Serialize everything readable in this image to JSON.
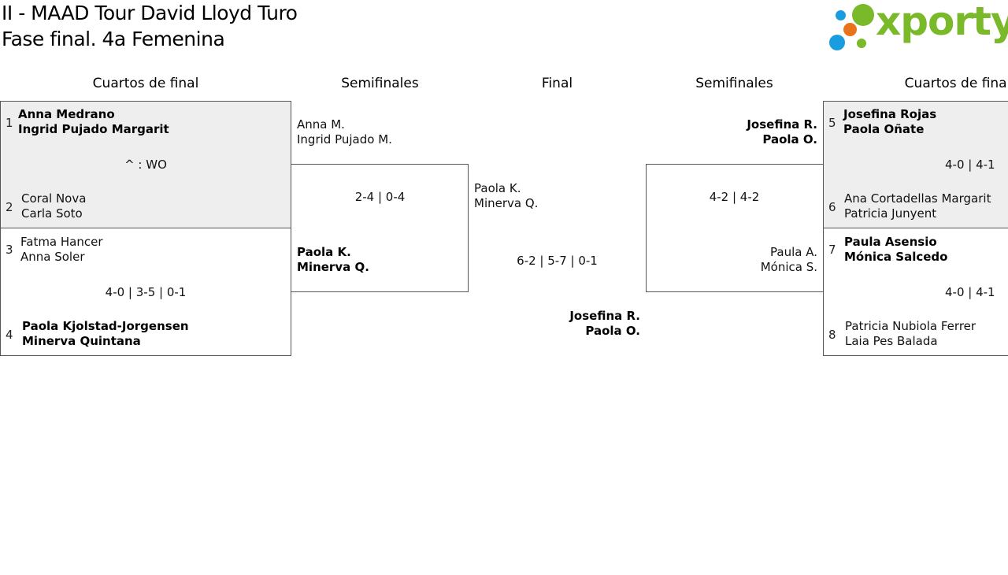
{
  "header": {
    "title": "II - MAAD Tour David Lloyd Turo",
    "subtitle": "Fase final. 4a Femenina"
  },
  "logo": {
    "text": "xporty",
    "colors": {
      "green": "#7ab929",
      "blue": "#1a9ce0",
      "orange": "#e8731c"
    }
  },
  "rounds": {
    "left_qf": "Cuartos de final",
    "left_sf": "Semifinales",
    "final": "Final",
    "right_sf": "Semifinales",
    "right_qf": "Cuartos de final"
  },
  "left_qf1": {
    "top": {
      "seed": "1",
      "p1": "Anna Medrano",
      "p2": "Ingrid Pujado Margarit"
    },
    "bottom": {
      "seed": "2",
      "p1": "Coral Nova",
      "p2": "Carla Soto"
    },
    "score": "^ : WO"
  },
  "left_qf2": {
    "top": {
      "seed": "3",
      "p1": "Fatma Hancer",
      "p2": "Anna Soler"
    },
    "bottom": {
      "seed": "4",
      "p1": "Paola Kjolstad-Jorgensen",
      "p2": "Minerva Quintana"
    },
    "score": "4-0 | 3-5 | 0-1"
  },
  "left_sf": {
    "top": {
      "p1": "Anna M.",
      "p2": "Ingrid Pujado M."
    },
    "bottom": {
      "p1": "Paola K.",
      "p2": "Minerva Q."
    },
    "score": "2-4 | 0-4"
  },
  "final": {
    "top": {
      "p1": "Paola K.",
      "p2": "Minerva Q."
    },
    "bottom": {
      "p1": "Josefina R.",
      "p2": "Paola O."
    },
    "score": "6-2 | 5-7 | 0-1"
  },
  "right_sf": {
    "top": {
      "p1": "Josefina R.",
      "p2": "Paola O."
    },
    "bottom": {
      "p1": "Paula A.",
      "p2": "Mónica S."
    },
    "score": "4-2 | 4-2"
  },
  "right_qf1": {
    "top": {
      "seed": "5",
      "p1": "Josefina Rojas",
      "p2": "Paola Oñate"
    },
    "bottom": {
      "seed": "6",
      "p1": "Ana Cortadellas Margarit",
      "p2": "Patricia Junyent"
    },
    "score": "4-0 | 4-1"
  },
  "right_qf2": {
    "top": {
      "seed": "7",
      "p1": "Paula Asensio",
      "p2": "Mónica Salcedo"
    },
    "bottom": {
      "seed": "8",
      "p1": "Patricia Nubiola Ferrer",
      "p2": "Laia Pes Balada"
    },
    "score": "4-0 | 4-1"
  }
}
